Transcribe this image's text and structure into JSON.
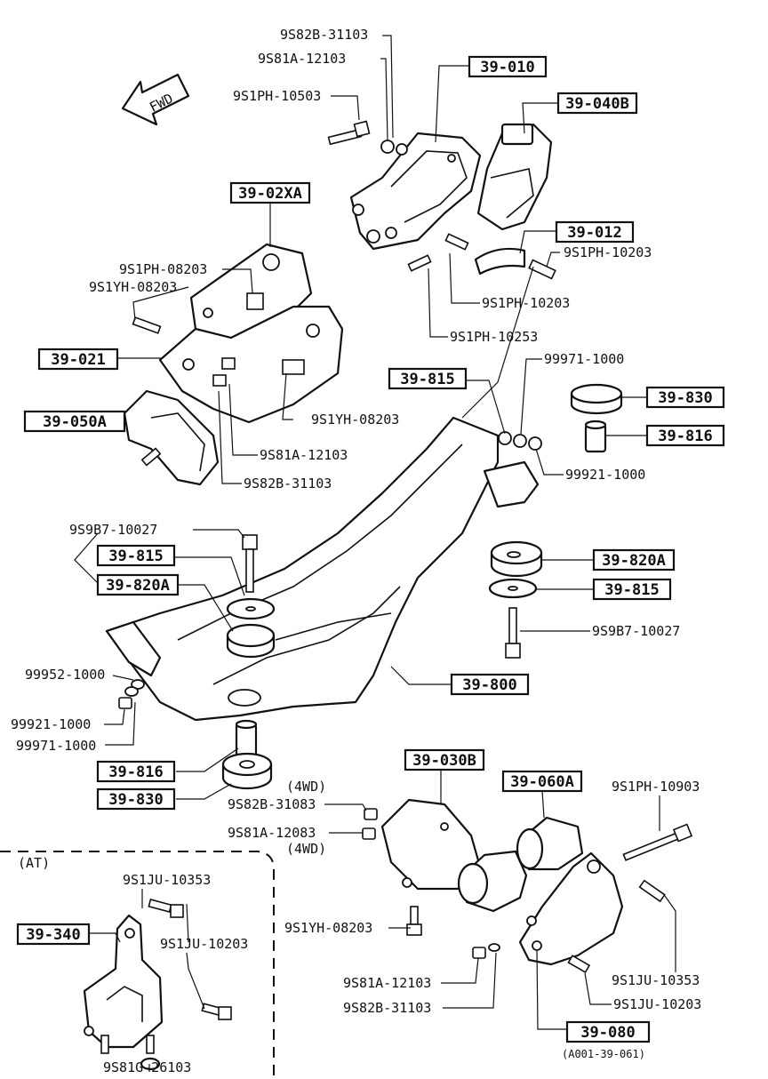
{
  "orientation": {
    "arrow_text": "FWD"
  },
  "callouts": {
    "c39_010": "39-010",
    "c39_040b": "39-040B",
    "c39_02xa": "39-02XA",
    "c39_012": "39-012",
    "c39_021": "39-021",
    "c39_050a": "39-050A",
    "c39_815_top": "39-815",
    "c39_830_top": "39-830",
    "c39_816_top": "39-816",
    "c39_815_left": "39-815",
    "c39_820a_left": "39-820A",
    "c39_820a_right": "39-820A",
    "c39_815_right": "39-815",
    "c39_800": "39-800",
    "c39_816_bot": "39-816",
    "c39_830_bot": "39-830",
    "c39_030b": "39-030B",
    "c39_060a": "39-060A",
    "c39_340": "39-340",
    "c39_080": "39-080"
  },
  "parts": {
    "p1": "9S82B-31103",
    "p2": "9S81A-12103",
    "p3": "9S1PH-10503",
    "p4": "9S1PH-08203",
    "p5": "9S1YH-08203",
    "p6": "9S1PH-10203",
    "p7": "9S1PH-10203",
    "p8": "9S1PH-10253",
    "p9": "99971-1000",
    "p10": "9S1YH-08203",
    "p11": "9S81A-12103",
    "p12": "9S82B-31103",
    "p13": "99921-1000",
    "p14": "9S9B7-10027",
    "p15": "9S9B7-10027",
    "p16": "99952-1000",
    "p17": "99921-1000",
    "p18": "99971-1000",
    "p19": "9S1PH-10903",
    "p20": "9S82B-31083",
    "p21": "9S81A-12083",
    "p22": "9S1YH-08203",
    "p23": "9S1JU-10353",
    "p24": "9S81A-12103",
    "p25": "9S1JU-10203",
    "p26": "9S82B-31103",
    "p27": "9S1JU-10353",
    "p28": "9S1JU-10203",
    "p29": "9S81G-26103"
  },
  "notes": {
    "fourwd_1": "(4WD)",
    "fourwd_2": "(4WD)",
    "at_section": "(AT)",
    "drawing_code": "(A001-39-061)"
  }
}
